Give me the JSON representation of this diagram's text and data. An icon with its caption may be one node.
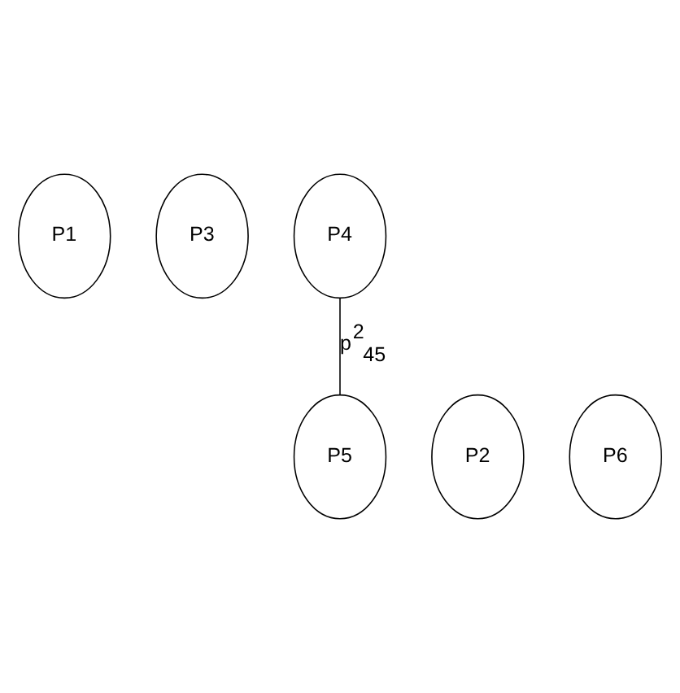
{
  "diagram": {
    "nodes": [
      {
        "text": [
          "P1"
        ]
      },
      {
        "text": [
          "P3"
        ]
      },
      {
        "text": [
          "P4"
        ]
      },
      {
        "text": [
          "P2"
        ]
      },
      {
        "text": [
          "P6"
        ]
      },
      {
        "text": [
          "P5"
        ]
      }
    ],
    "edges": [
      {
        "from": 2,
        "to": 5,
        "arrow": "none",
        "label": "p$^{2}$$_{45}$"
      }
    ]
  }
}
